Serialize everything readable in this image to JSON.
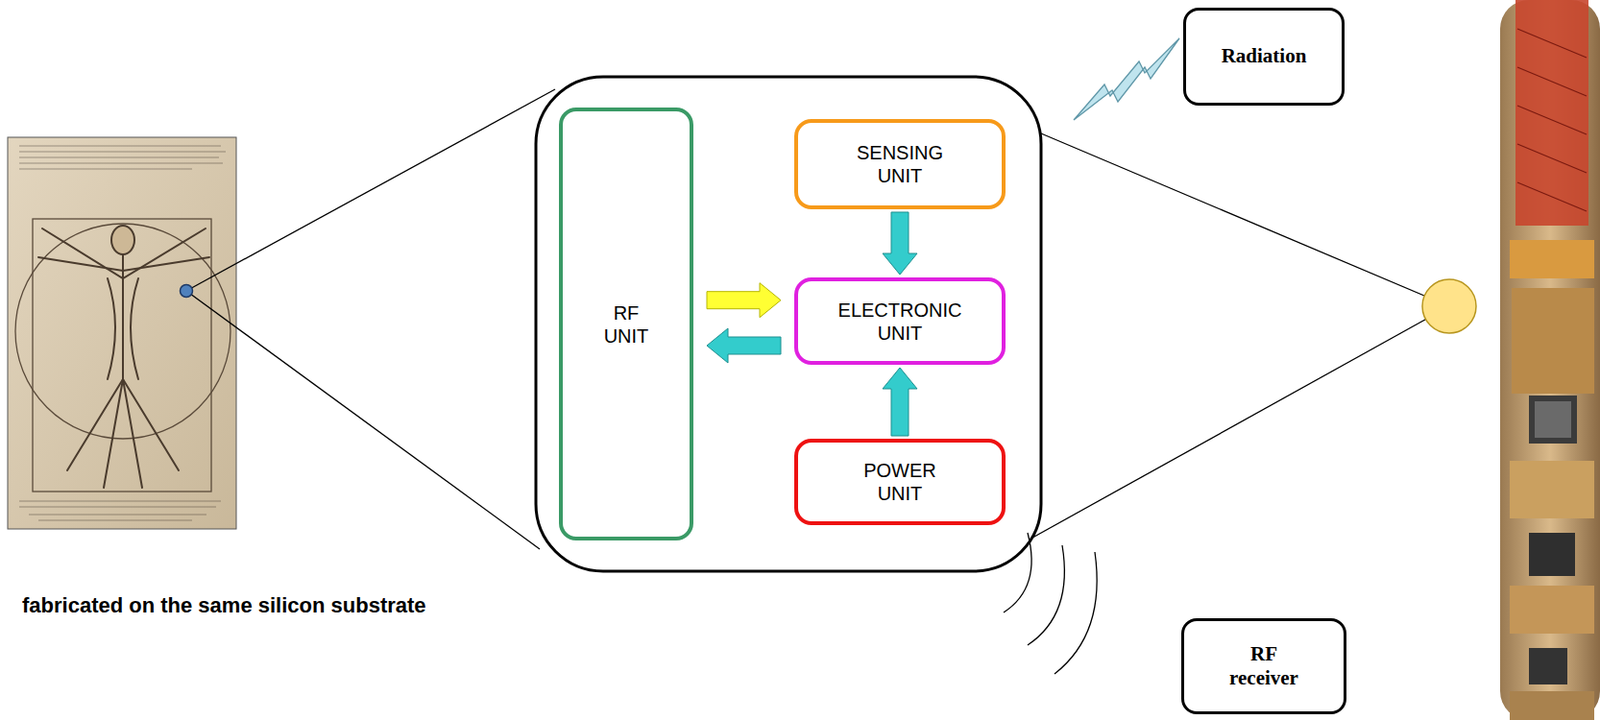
{
  "diagram": {
    "nodes": [
      {
        "text": [
          "RF UNIT"
        ]
      },
      {
        "text": [
          "SENSING UNIT"
        ]
      },
      {
        "text": [
          "ELECTRONIC UNIT"
        ]
      },
      {
        "text": [
          "POWER UNIT"
        ]
      },
      {
        "text": [
          "Radiation"
        ]
      },
      {
        "text": [
          "RF receiver"
        ]
      }
    ],
    "edges": [
      {
        "from": 1,
        "to": 2,
        "arrow": "to"
      },
      {
        "from": 0,
        "to": 2,
        "arrow": "to"
      },
      {
        "from": 2,
        "to": 0,
        "arrow": "to"
      },
      {
        "from": 3,
        "to": 2,
        "arrow": "to"
      }
    ],
    "labels": [
      "fabricated on the same silicon substrate"
    ]
  }
}
